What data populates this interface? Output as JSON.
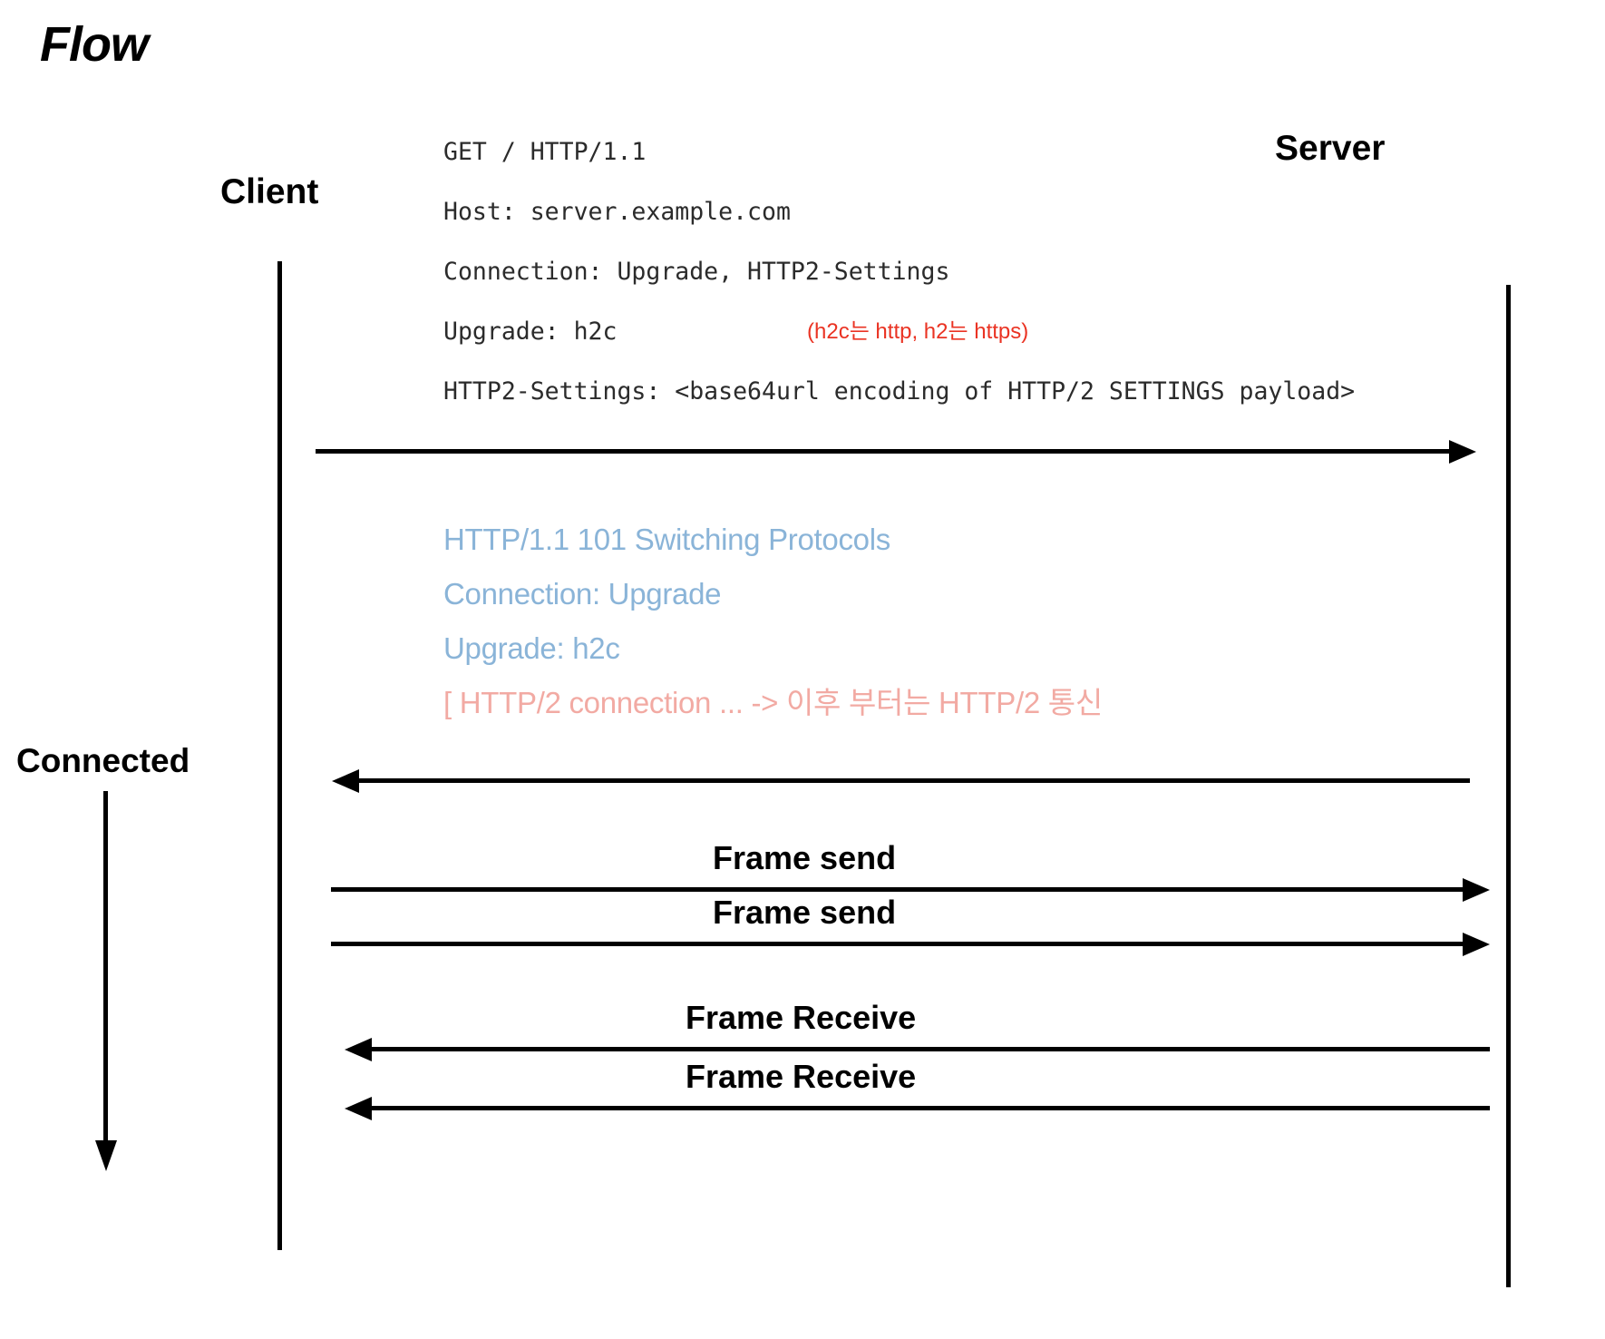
{
  "diagram": {
    "title": "Flow",
    "actors": {
      "client": "Client",
      "server": "Server"
    },
    "state_marker": {
      "label": "Connected",
      "icon": "arrow-down-icon"
    },
    "request": {
      "lines": [
        "GET / HTTP/1.1",
        "Host: server.example.com",
        "Connection: Upgrade, HTTP2-Settings",
        "Upgrade: h2c",
        "HTTP2-Settings: <base64url encoding of HTTP/2 SETTINGS payload>"
      ],
      "annotation": "(h2c는 http, h2는 https)",
      "annotation_color": "#ea3323",
      "text_color": "#2b2b2b"
    },
    "response": {
      "lines": [
        "HTTP/1.1 101 Switching Protocols",
        "Connection: Upgrade",
        "Upgrade: h2c"
      ],
      "note": "[ HTTP/2 connection ... -> 이후 부터는 HTTP/2 통신",
      "text_color": "#8ab4d8",
      "note_color": "#f2aaa3"
    },
    "messages": [
      {
        "label": "",
        "direction": "right",
        "name": "upgrade-request-arrow"
      },
      {
        "label": "",
        "direction": "left",
        "name": "switching-protocols-response-arrow"
      },
      {
        "label": "Frame send",
        "direction": "right",
        "name": "frame-send-arrow-1"
      },
      {
        "label": "Frame send",
        "direction": "right",
        "name": "frame-send-arrow-2"
      },
      {
        "label": "Frame Receive",
        "direction": "left",
        "name": "frame-receive-arrow-1"
      },
      {
        "label": "Frame Receive",
        "direction": "left",
        "name": "frame-receive-arrow-2"
      }
    ],
    "colors": {
      "background": "#ffffff",
      "line": "#000000",
      "red_note": "#ea3323",
      "blue_response": "#8ab4d8",
      "pink_note": "#f2aaa3"
    }
  }
}
